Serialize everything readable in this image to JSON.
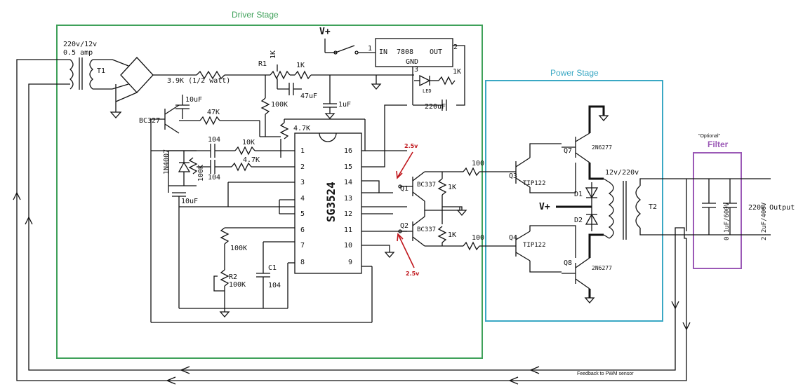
{
  "stages": {
    "driver": {
      "label": "Driver Stage",
      "color": "#3fa15a"
    },
    "power": {
      "label": "Power Stage",
      "color": "#3aa8c4"
    },
    "filter": {
      "label": "Filter",
      "note": "\"Optional\"",
      "color": "#9b59b6"
    }
  },
  "colors": {
    "wire": "#111111",
    "annotation": "#c0161c"
  },
  "transformer_t1": {
    "rating": "220v/12v",
    "current": "0.5 amp",
    "ref": "T1"
  },
  "components": {
    "r_3k9": "3.9K (1/2 watt)",
    "r1_ref": "R1",
    "r1_value": "1K",
    "r_1k_top": "1K",
    "r_1k_led": "1K",
    "cap_10uf_top": "10uF",
    "cap_47uf": "47uF",
    "cap_1uf": "1uF",
    "cap_220uf": "220uF",
    "r_100k_top": "100K",
    "r_47k": "47K",
    "bc327": "BC327",
    "r_4k7_a": "4.7K",
    "r_4k7_b": "4.7K",
    "cap_104_a": "104",
    "cap_104_b": "104",
    "r_10k": "10K",
    "diode_1n4007": "1N4007",
    "r_100k_side": "100K",
    "cap_10uf_bottom": "10uF",
    "r_100k_bottom": "100K",
    "r2_ref": "R2",
    "r2_value": "100K",
    "c1_ref": "C1",
    "c1_value": "104",
    "regulator_pin_in": "IN",
    "regulator_model": "7808",
    "regulator_pin_out": "OUT",
    "regulator_pin_gnd": "GND",
    "led": "LED",
    "vplus_top": "V+",
    "ic_name": "SG3524",
    "q1_ref": "Q1",
    "q1_model": "BC337",
    "q2_ref": "Q2",
    "q2_model": "BC337",
    "r_1k_q1": "1K",
    "r_1k_q2": "1K",
    "voltage_q1": "2.5v",
    "voltage_q2": "2.5v",
    "r_100_q3": "100",
    "r_100_q4": "100",
    "q3_ref": "Q3",
    "q3_model": "TIP122",
    "q4_ref": "Q4",
    "q4_model": "TIP122",
    "q7_ref": "Q7",
    "q7_model": "2N6277",
    "q8_ref": "Q8",
    "q8_model": "2N6277",
    "d1": "D1",
    "d2": "D2",
    "vplus_power": "V+",
    "t2_rating": "12v/220v",
    "t2_ref": "T2",
    "filter_cap_a": "0.1uF/600V",
    "filter_cap_b": "2.2uF/400V",
    "output": "220v Output",
    "feedback": "Feedback to PWM sensor",
    "pin_1": "1",
    "pin_2": "2",
    "pin_3": "3"
  },
  "ic_pins_left": [
    "1",
    "2",
    "3",
    "4",
    "5",
    "6",
    "7",
    "8"
  ],
  "ic_pins_right": [
    "16",
    "15",
    "14",
    "13",
    "12",
    "11",
    "10",
    "9"
  ]
}
